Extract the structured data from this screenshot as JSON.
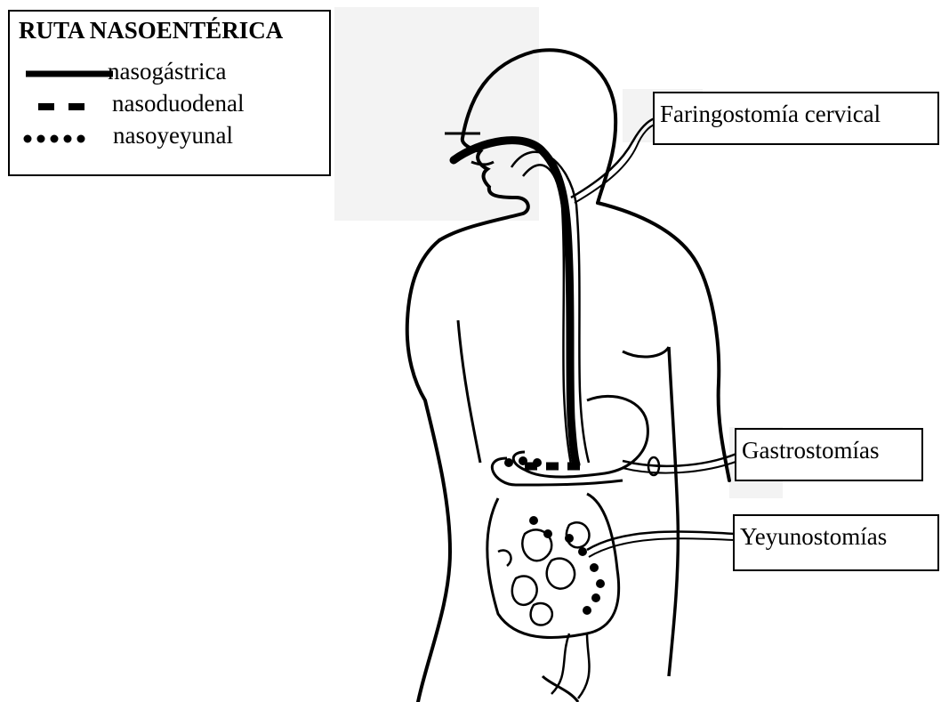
{
  "legend": {
    "title": "RUTA NASOENTÉRICA",
    "items": [
      {
        "label": "nasogástrica",
        "style": "solid"
      },
      {
        "label": "nasoduodenal",
        "style": "dashed"
      },
      {
        "label": "nasoyeyunal",
        "style": "dotted"
      }
    ]
  },
  "callouts": {
    "pharyngostomy": "Faringostomía cervical",
    "gastrostomy": "Gastrostomías",
    "jejunostomy": "Yeyunostomías"
  },
  "colors": {
    "line": "#000000",
    "background": "#ffffff",
    "smudge": "#f2f2f2"
  }
}
